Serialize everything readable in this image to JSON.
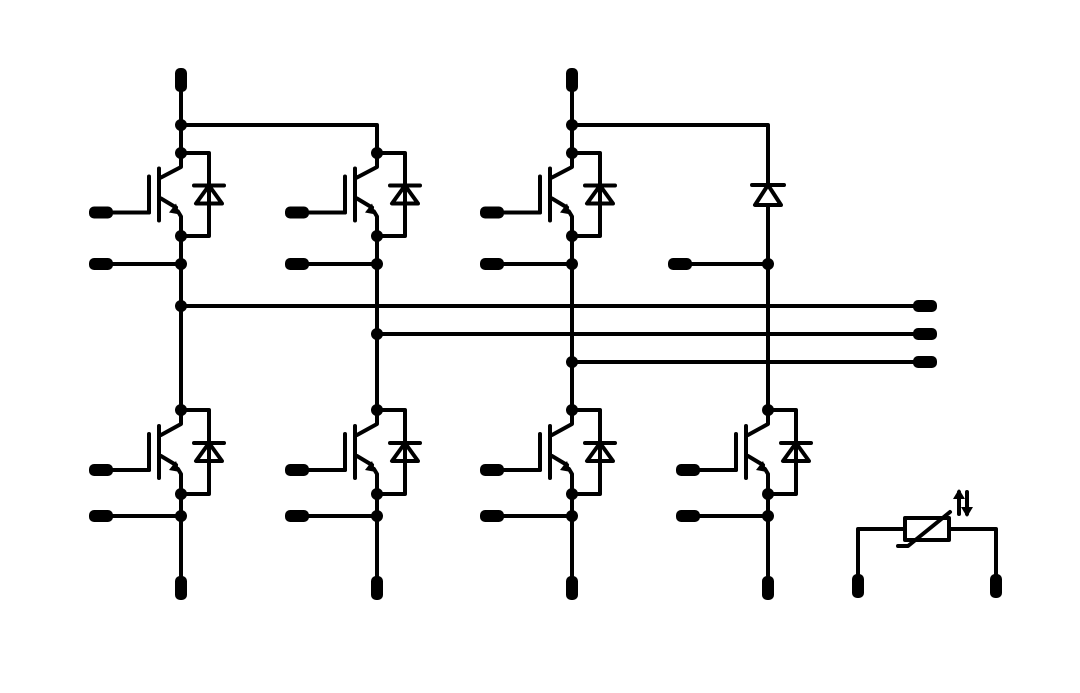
{
  "diagram": {
    "kind": "igbt-power-module-schematic",
    "ink_color": "#000000",
    "background_color": "#ffffff",
    "components": {
      "igbt_with_diode": 7,
      "diode": 1,
      "thermistor": 1
    },
    "icons": [
      "igbt-icon",
      "freewheel-diode-icon",
      "diode-icon",
      "ntc-thermistor-icon",
      "terminal-pin-icon"
    ]
  }
}
